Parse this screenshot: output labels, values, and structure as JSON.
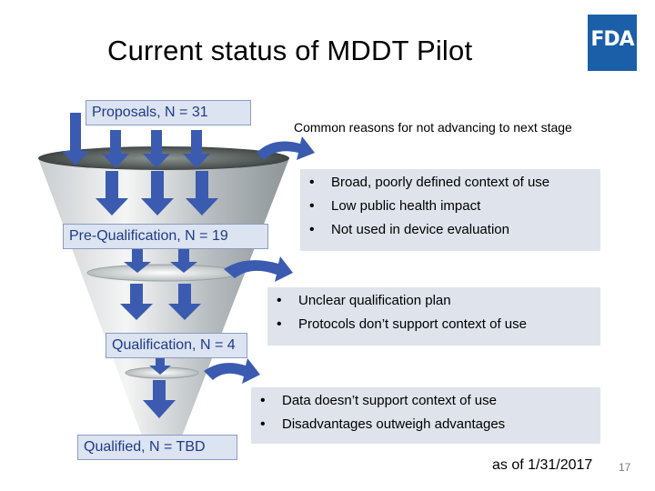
{
  "title": "Current status of MDDT Pilot",
  "logo": "FDA",
  "stages": {
    "proposals": "Proposals, N = 31",
    "pre_qualification": "Pre-Qualification, N = 19",
    "qualification": "Qualification, N = 4",
    "qualified": "Qualified, N = TBD"
  },
  "reasons_title": "Common reasons for not advancing to next stage",
  "reasons": {
    "stage1": [
      "Broad, poorly defined context of use",
      "Low public health impact",
      "Not used in device evaluation"
    ],
    "stage2": [
      "Unclear qualification plan",
      "Protocols don’t support context of use"
    ],
    "stage3": [
      "Data doesn’t support context of use",
      "Disadvantages outweigh advantages"
    ]
  },
  "footer": {
    "as_of": "as of 1/31/2017",
    "page_number": "17"
  },
  "colors": {
    "label_text": "#1f3b84",
    "label_bg": "#dce3f1",
    "arrow": "#3b5bb0",
    "box_bg": "#dfe3ec",
    "logo_bg": "#1a5fa8"
  }
}
